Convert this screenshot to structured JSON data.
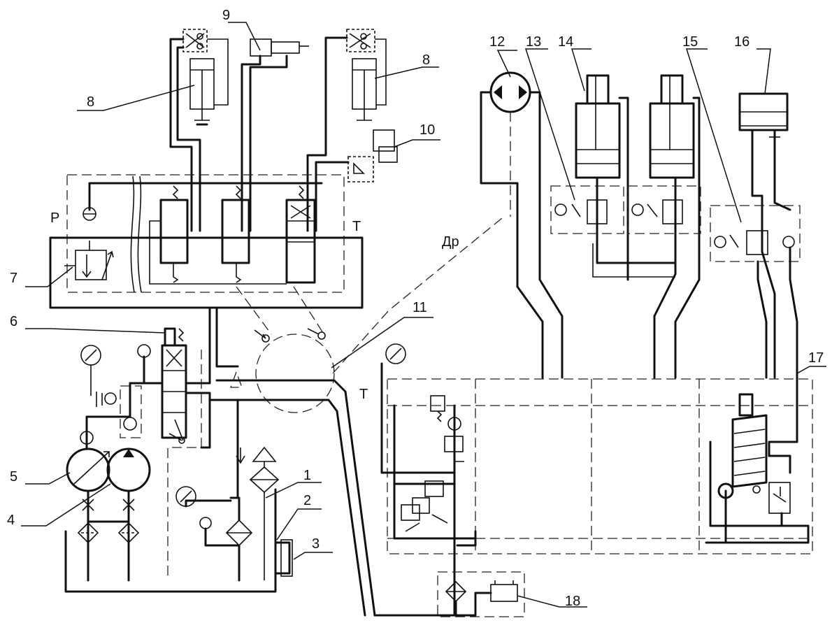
{
  "callouts": {
    "n1": "1",
    "n2": "2",
    "n3": "3",
    "n4": "4",
    "n5": "5",
    "n6": "6",
    "n7": "7",
    "n8a": "8",
    "n8b": "8",
    "n9": "9",
    "n10": "10",
    "n11": "11",
    "n12": "12",
    "n13": "13",
    "n14": "14",
    "n15": "15",
    "n16": "16",
    "n17": "17",
    "n18": "18"
  },
  "ports": {
    "pressure": "P",
    "tank_upper": "T",
    "tank_lower": "T",
    "drain": "Др"
  }
}
